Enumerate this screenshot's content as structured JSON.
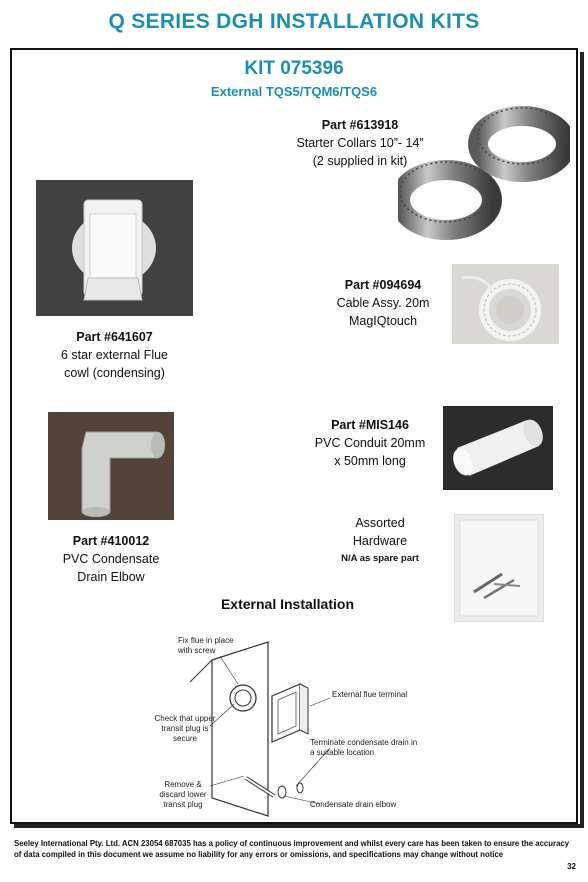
{
  "page": {
    "title": "Q SERIES DGH INSTALLATION  KITS",
    "kit_number": "KIT 075396",
    "kit_subtitle": "External TQS5/TQM6/TQS6",
    "page_number": "32"
  },
  "parts": [
    {
      "part_no": "Part #613918",
      "line1": "Starter Collars 10”- 14”",
      "line2": "(2 supplied in kit)"
    },
    {
      "part_no": "Part #094694",
      "line1": "Cable Assy. 20m",
      "line2": "MagIQtouch"
    },
    {
      "part_no": "Part #641607",
      "line1": "6 star external Flue",
      "line2": "cowl (condensing)"
    },
    {
      "part_no": "Part #MIS146",
      "line1": "PVC Conduit 20mm",
      "line2": "x 50mm long"
    },
    {
      "part_no": "Part #410012",
      "line1": "PVC Condensate",
      "line2": "Drain Elbow"
    }
  ],
  "hardware": {
    "line1": "Assorted",
    "line2": "Hardware",
    "note": "N/A as spare part"
  },
  "diagram": {
    "heading": "External Installation",
    "labels": {
      "fix": "Fix flue in place with screw",
      "terminal": "External flue terminal",
      "check": "Check that upper transit plug is secure",
      "terminate": "Terminate condensate drain in a suitable location",
      "remove": "Remove & discard lower transit plug",
      "elbow": "Condensate drain elbow"
    }
  },
  "footer": {
    "text": "Seeley International Pty. Ltd. ACN 23054 687035 has a policy of continuous improvement and whilst every care has been taken to ensure the accuracy of data compiled in this document we assume no liability for any errors or omissions, and specifications may change without notice"
  }
}
